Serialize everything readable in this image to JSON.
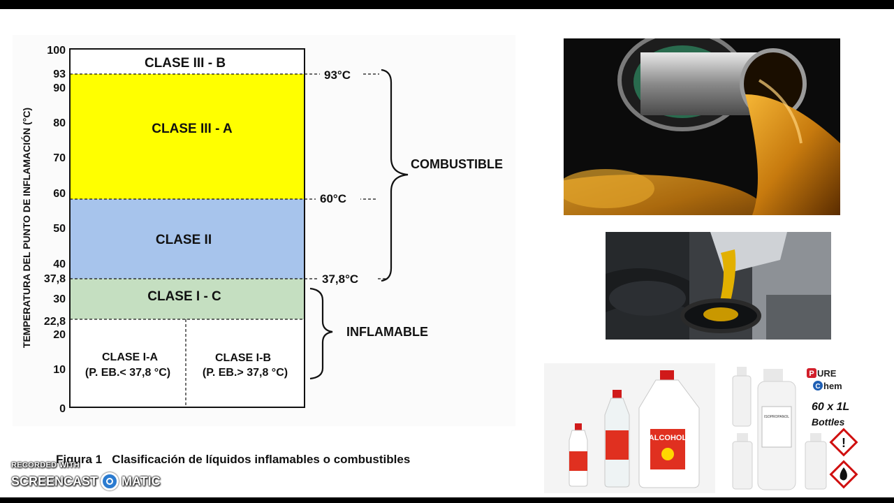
{
  "diagram": {
    "y_axis_title": "TEMPERATURA DEL PUNTO DE INFLAMACIÓN (°C)",
    "y_ticks": [
      "100",
      "93",
      "90",
      "80",
      "70",
      "60",
      "50",
      "40",
      "37,8",
      "30",
      "22,8",
      "20",
      "10",
      "0"
    ],
    "classes": {
      "iiib": "CLASE III - B",
      "iiia": "CLASE III - A",
      "ii": "CLASE II",
      "ic": "CLASE I - C",
      "ia_name": "CLASE I-A",
      "ia_note": "(P. EB.< 37,8 °C)",
      "ib_name": "CLASE I-B",
      "ib_note": "(P. EB.> 37,8 °C)"
    },
    "boundary_labels": [
      "93°C",
      "60°C",
      "37,8°C"
    ],
    "group_labels": {
      "combustible": "COMBUSTIBLE",
      "inflamable": "INFLAMABLE"
    },
    "colors": {
      "iiia": "#ffff00",
      "ii": "#a7c4ec",
      "ic": "#c5dfc1",
      "iiib": "#ffffff",
      "ia_ib": "#ffffff"
    }
  },
  "caption": "Figura 1   Clasificación de líquidos inflamables o combustibles",
  "photos": {
    "bottle_label_1": "ALCOHOL",
    "brand_line1": "URE",
    "brand_line2": "hem",
    "pack_line1": "60 x 1L",
    "pack_line2": "Bottles",
    "bottle_label_2": "ISOPROPANOL"
  },
  "watermark": {
    "line1": "RECORDED WITH",
    "line2a": "SCREENCAST",
    "line2b": "MATIC"
  }
}
